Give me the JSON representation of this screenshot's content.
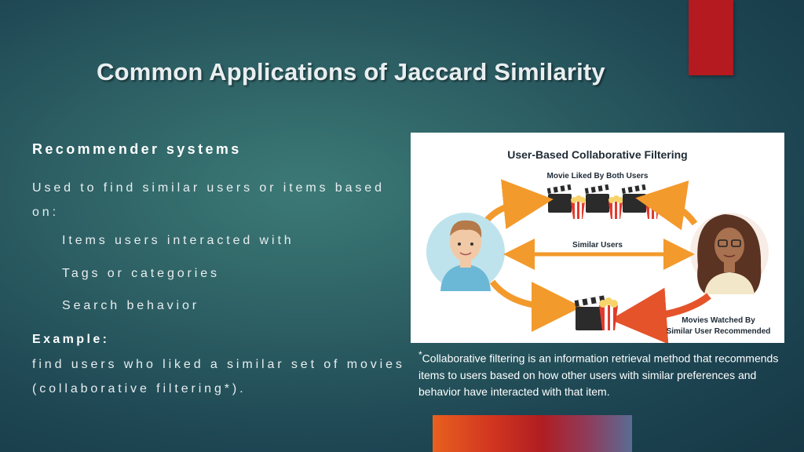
{
  "slide": {
    "title": "Common Applications of Jaccard Similarity"
  },
  "content": {
    "heading": "Recommender systems",
    "intro": "Used to find similar users or items based on:",
    "bullets": [
      "Items users interacted with",
      "Tags or categories",
      "Search behavior"
    ],
    "example_label": "Example:",
    "example_text": "find users who liked a similar set of movies (collaborative filtering*)."
  },
  "figure": {
    "title": "User-Based Collaborative Filtering",
    "top_label": "Movie Liked By Both Users",
    "middle_label": "Similar Users",
    "bottom_label_line1": "Movies Watched By",
    "bottom_label_line2": "Similar User Recommended",
    "icons": [
      "clapperboard-icon",
      "popcorn-icon",
      "man-avatar",
      "woman-avatar",
      "arrow-icon"
    ],
    "colors": {
      "arrow_orange": "#f39a2c",
      "arrow_red": "#e5532b",
      "avatar_bg": "#bfe3ec"
    }
  },
  "caption": {
    "marker": "*",
    "text": "Collaborative filtering is an information retrieval method that recommends items to users based on how other users with similar preferences and behavior have interacted with that item."
  },
  "theme": {
    "accent_red": "#b41a1f",
    "background": "#2c5e63"
  }
}
